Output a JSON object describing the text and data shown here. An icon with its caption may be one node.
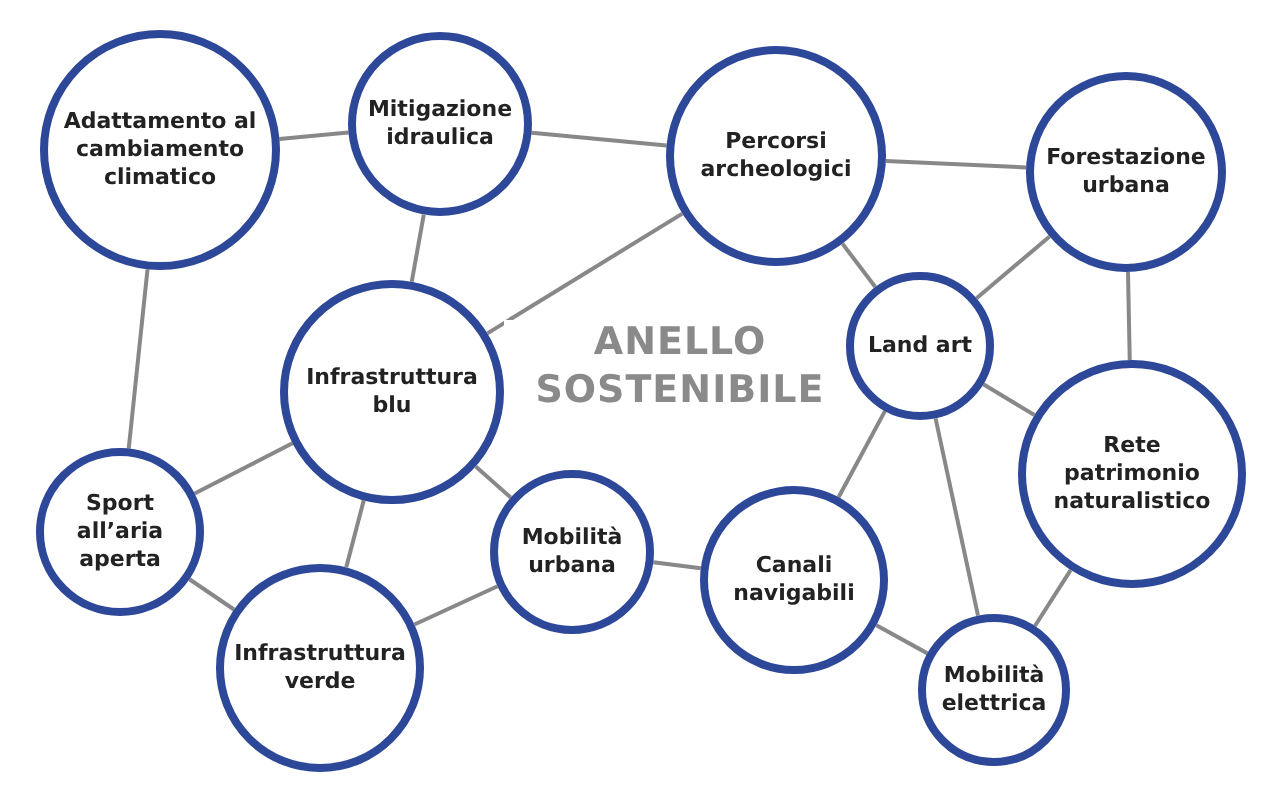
{
  "diagram": {
    "nodes": [
      {
        "text": [
          "Adattamento al cambiamento climatico"
        ]
      },
      {
        "text": [
          "Mitigazione idraulica"
        ]
      },
      {
        "text": [
          "Percorsi archeologici"
        ]
      },
      {
        "text": [
          "Forestazione urbana"
        ]
      },
      {
        "text": [
          "Infrastruttura blu"
        ]
      },
      {
        "text": [
          "Land art"
        ]
      },
      {
        "text": [
          "Rete patrimonio naturalistico"
        ]
      },
      {
        "text": [
          "Sport all’aria aperta"
        ]
      },
      {
        "text": [
          "Mobilità urbana"
        ]
      },
      {
        "text": [
          "Canali navigabili"
        ]
      },
      {
        "text": [
          "Infrastruttura verde"
        ]
      },
      {
        "text": [
          "Mobilità elettrica"
        ]
      }
    ],
    "edges": [
      {
        "from": 0,
        "to": 1,
        "arrow": "none"
      },
      {
        "from": 1,
        "to": 2,
        "arrow": "none"
      },
      {
        "from": 2,
        "to": 3,
        "arrow": "none"
      },
      {
        "from": 0,
        "to": 7,
        "arrow": "none"
      },
      {
        "from": 1,
        "to": 4,
        "arrow": "none"
      },
      {
        "from": 2,
        "to": 4,
        "arrow": "none"
      },
      {
        "from": 2,
        "to": 5,
        "arrow": "none"
      },
      {
        "from": 3,
        "to": 5,
        "arrow": "none"
      },
      {
        "from": 3,
        "to": 6,
        "arrow": "none"
      },
      {
        "from": 5,
        "to": 6,
        "arrow": "none"
      },
      {
        "from": 5,
        "to": 9,
        "arrow": "none"
      },
      {
        "from": 5,
        "to": 11,
        "arrow": "none"
      },
      {
        "from": 6,
        "to": 11,
        "arrow": "none"
      },
      {
        "from": 9,
        "to": 11,
        "arrow": "none"
      },
      {
        "from": 8,
        "to": 9,
        "arrow": "none"
      },
      {
        "from": 4,
        "to": 8,
        "arrow": "none"
      },
      {
        "from": 4,
        "to": 7,
        "arrow": "none"
      },
      {
        "from": 4,
        "to": 10,
        "arrow": "none"
      },
      {
        "from": 7,
        "to": 10,
        "arrow": "none"
      },
      {
        "from": 10,
        "to": 8,
        "arrow": "none"
      }
    ],
    "labels": [
      "ANELLO SOSTENIBILE"
    ]
  }
}
